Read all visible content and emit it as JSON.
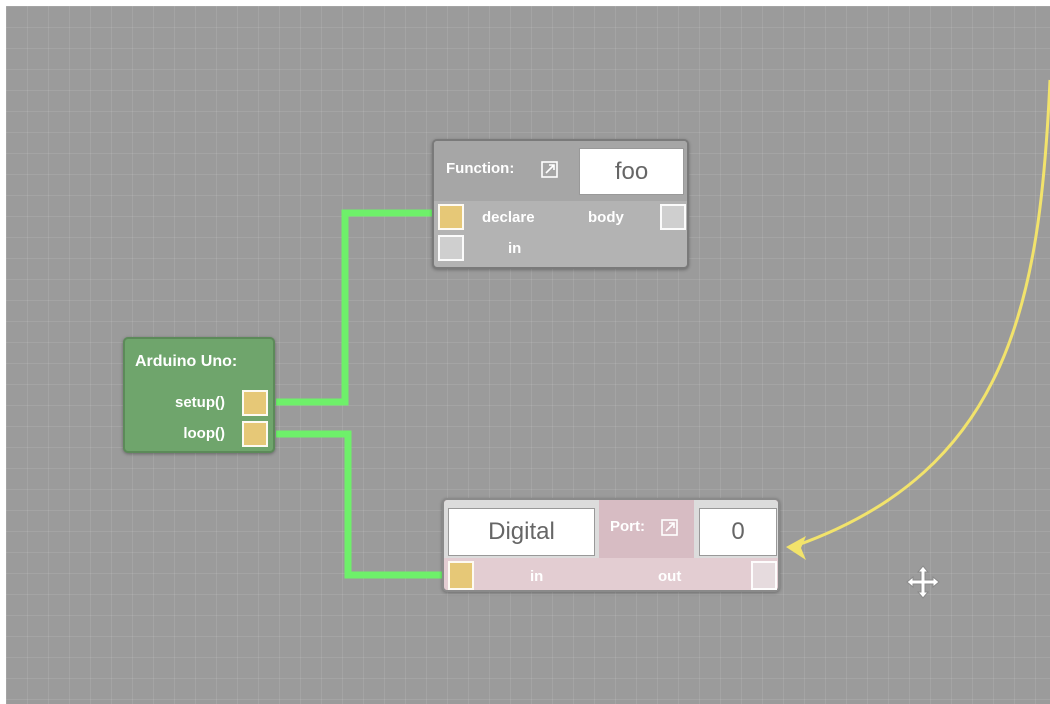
{
  "canvas": {
    "arduino_node": {
      "title": "Arduino Uno:",
      "outputs": [
        "setup()",
        "loop()"
      ],
      "color": "#6fa56c"
    },
    "function_node": {
      "title": "Function:",
      "name_value": "foo",
      "inputs": [
        "declare",
        "in"
      ],
      "outputs": [
        "body"
      ],
      "icon": "external-link-icon"
    },
    "digital_port_node": {
      "type_value": "Digital",
      "port_title": "Port:",
      "port_value": "0",
      "inputs": [
        "in"
      ],
      "outputs": [
        "out"
      ],
      "icon": "external-link-icon"
    },
    "wires": {
      "colors": {
        "active": "#6ef06a",
        "pending": "#f2e36b"
      }
    },
    "move_icon": "move-cursor-icon"
  }
}
